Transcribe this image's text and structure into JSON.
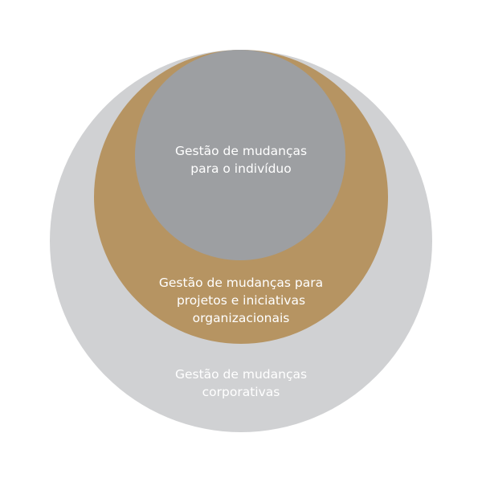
{
  "diagram": {
    "colors": {
      "outer": "#d0d1d3",
      "middle": "#b69462",
      "inner": "#9d9fa2",
      "text": "#ffffff"
    },
    "inner": {
      "lines": [
        "Gestão de mudanças",
        "para o indivíduo"
      ]
    },
    "middle": {
      "lines": [
        "Gestão de mudanças para",
        "projetos e iniciativas",
        "organizacionais"
      ]
    },
    "outer": {
      "lines": [
        "Gestão de mudanças",
        "corporativas"
      ]
    }
  }
}
